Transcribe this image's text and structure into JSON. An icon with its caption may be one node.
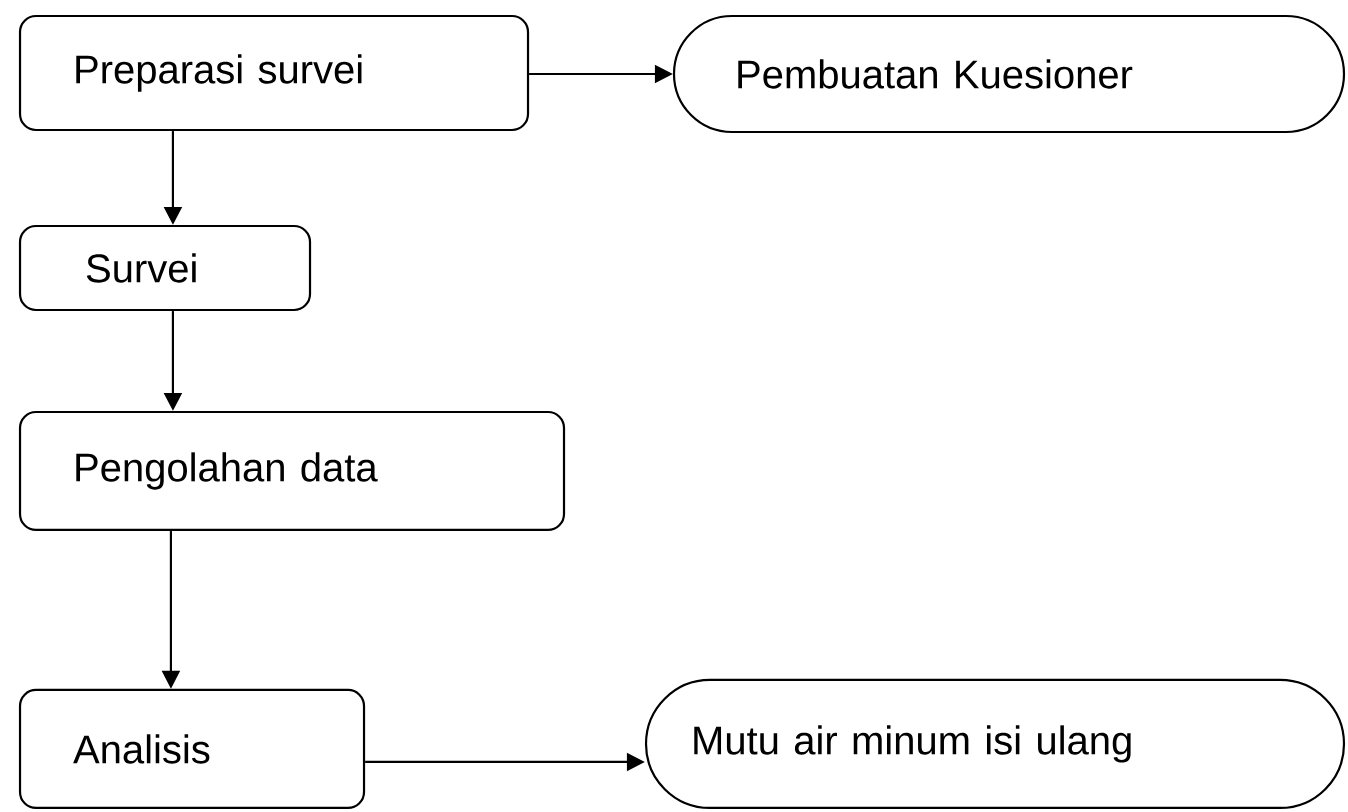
{
  "diagram": {
    "nodes": [
      {
        "text": [
          "Preparasi survei"
        ]
      },
      {
        "text": [
          "Pembuatan Kuesioner"
        ]
      },
      {
        "text": [
          "Survei"
        ]
      },
      {
        "text": [
          "Pengolahan data"
        ]
      },
      {
        "text": [
          "Analisis"
        ]
      },
      {
        "text": [
          "Mutu air minum isi ulang"
        ]
      }
    ],
    "edges": [
      {
        "from": 0,
        "to": 1,
        "arrow": "to"
      },
      {
        "from": 0,
        "to": 2,
        "arrow": "to"
      },
      {
        "from": 2,
        "to": 3,
        "arrow": "to"
      },
      {
        "from": 3,
        "to": 4,
        "arrow": "to"
      },
      {
        "from": 4,
        "to": 5,
        "arrow": "to"
      }
    ]
  }
}
